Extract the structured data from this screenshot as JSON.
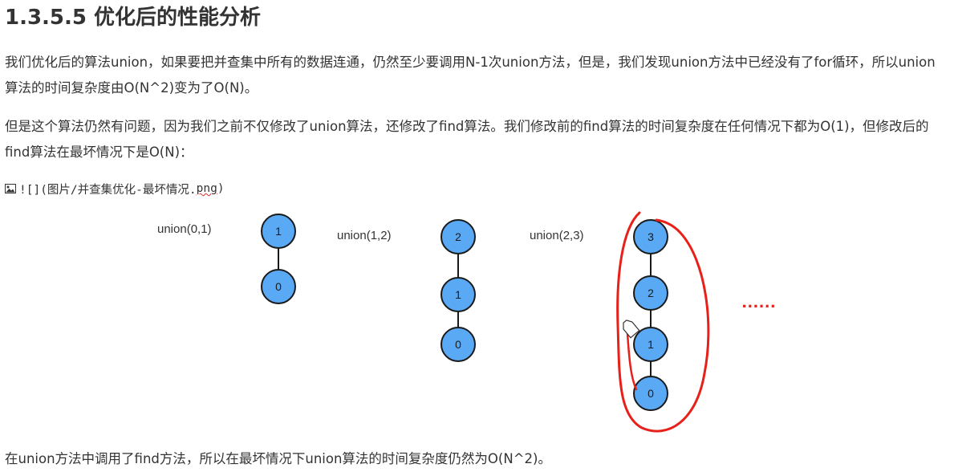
{
  "heading": "1.3.5.5 优化后的性能分析",
  "paragraphs": [
    "我们优化后的算法union，如果要把并查集中所有的数据连通，仍然至少要调用N-1次union方法，但是，我们发现union方法中已经没有了for循环，所以union算法的时间复杂度由O(N^2)变为了O(N)。",
    "但是这个算法仍然有问题，因为我们之前不仅修改了union算法，还修改了find算法。我们修改前的find算法的时间复杂度在任何情况下都为O(1)，但修改后的find算法在最坏情况下是O(N)：",
    "在union方法中调用了find方法，所以在最坏情况下union算法的时间复杂度仍然为O(N^2)。"
  ],
  "image_ref": {
    "prefix": "![](图片/并查集优化-最坏情况.",
    "ext": "png",
    "suffix": ")"
  },
  "diagram": {
    "unions": [
      {
        "label": "union(0,1)",
        "nodes": [
          "1",
          "0"
        ]
      },
      {
        "label": "union(1,2)",
        "nodes": [
          "2",
          "1",
          "0"
        ]
      },
      {
        "label": "union(2,3)",
        "nodes": [
          "3",
          "2",
          "1",
          "0"
        ]
      }
    ],
    "continuation": "......",
    "colors": {
      "node_fill": "#5aa9f5",
      "node_stroke": "#1a1a1a",
      "annotation": "#e8201a"
    }
  }
}
